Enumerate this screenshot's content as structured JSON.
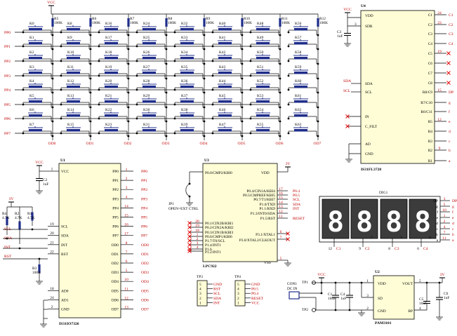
{
  "vcc": "VCC",
  "v3": "3V",
  "matrix": {
    "rows": [
      "PP0",
      "PP1",
      "PP2",
      "PP3",
      "PP4",
      "PP5",
      "PP6",
      "PP7"
    ],
    "cols": [
      "OD0",
      "OD1",
      "OD2",
      "OD3",
      "OD4",
      "OD5",
      "OD6",
      "OD7"
    ],
    "resistors": [
      {
        "ref": "R5",
        "val": "100K"
      },
      {
        "ref": "R6",
        "val": "100K"
      },
      {
        "ref": "R7",
        "val": "100K"
      },
      {
        "ref": "R8",
        "val": "100K"
      },
      {
        "ref": "R9",
        "val": "100K"
      },
      {
        "ref": "R10",
        "val": "100K"
      },
      {
        "ref": "R11",
        "val": "100K"
      },
      {
        "ref": "R12",
        "val": "100K"
      }
    ],
    "key_prefix": "K"
  },
  "u1": {
    "ref": "U1",
    "part": "IS31IO7326",
    "left_pins": [
      {
        "n": "1",
        "name": "VCC"
      },
      {
        "n": "",
        "name": ""
      },
      {
        "n": "",
        "name": ""
      },
      {
        "n": "",
        "name": ""
      },
      {
        "n": "",
        "name": ""
      },
      {
        "n": "",
        "name": ""
      },
      {
        "n": "19",
        "name": "SCL"
      },
      {
        "n": "20",
        "name": "SDA"
      },
      {
        "n": "21",
        "name": "INT"
      },
      {
        "n": "22",
        "name": "RST"
      },
      {
        "n": "",
        "name": ""
      },
      {
        "n": "",
        "name": ""
      },
      {
        "n": "",
        "name": ""
      },
      {
        "n": "18",
        "name": "AD0"
      },
      {
        "n": "24",
        "name": "AD1"
      },
      {
        "n": "2",
        "name": "GND"
      }
    ],
    "right_pins": [
      {
        "n": "1",
        "name": "PP0"
      },
      {
        "n": "2",
        "name": "PP1"
      },
      {
        "n": "3",
        "name": "PP2"
      },
      {
        "n": "4",
        "name": "PP3"
      },
      {
        "n": "14",
        "name": "PP4"
      },
      {
        "n": "15",
        "name": "PP5"
      },
      {
        "n": "16",
        "name": "PP6"
      },
      {
        "n": "17",
        "name": "PP7"
      },
      {
        "n": "8",
        "name": "OD0"
      },
      {
        "n": "7",
        "name": "OD1"
      },
      {
        "n": "6",
        "name": "OD2"
      },
      {
        "n": "5",
        "name": "OD3"
      },
      {
        "n": "10",
        "name": "OD4"
      },
      {
        "n": "11",
        "name": "OD5"
      },
      {
        "n": "12",
        "name": "OD6"
      },
      {
        "n": "13",
        "name": "OD7"
      }
    ]
  },
  "u1_passives": {
    "c2": {
      "ref": "C2",
      "val": "1uF"
    },
    "r4": {
      "ref": "R4",
      "val": "4.7K"
    },
    "r2": {
      "ref": "R2",
      "val": "4.7K"
    },
    "r1": {
      "ref": "R1",
      "val": "4.7K"
    },
    "r3": {
      "ref": "R3",
      "val": "100K"
    },
    "nets": [
      "SCL",
      "SDA",
      "INT",
      "RST"
    ]
  },
  "u3": {
    "ref": "U3",
    "part": "LPC922",
    "pins": [
      {
        "n": "",
        "name": "P0.0/CMP2/KBI0",
        "side": "L"
      },
      {
        "n": "",
        "name": "VDD",
        "side": "R"
      },
      {
        "n": "17",
        "name": "P0.4/CIN1A/KBI4",
        "side": "R"
      },
      {
        "n": "16",
        "name": "P0.5/CMPREF/KBI5",
        "side": "R"
      },
      {
        "n": "15",
        "name": "P0.7/T1/KBI7",
        "side": "R"
      },
      {
        "n": "14",
        "name": "P1.0/TXD",
        "side": "R"
      },
      {
        "n": "13",
        "name": "P1.1/RXD",
        "side": "R"
      },
      {
        "n": "12",
        "name": "P1.3/INT0/SDA",
        "side": "R"
      },
      {
        "n": "11",
        "name": "P1.5/RST",
        "side": "R"
      },
      {
        "n": "20",
        "name": "P0.1/CIN2B/KBI1",
        "side": "L"
      },
      {
        "n": "19",
        "name": "P0.2/CIN2A/KBI2",
        "side": "L"
      },
      {
        "n": "18",
        "name": "P0.3/CIN1B/KBI3",
        "side": "L"
      },
      {
        "n": "1",
        "name": "P0.6/CMP1/KBI6",
        "side": "L"
      },
      {
        "n": "2",
        "name": "P1.7/T0/SCL",
        "side": "L"
      },
      {
        "n": "3",
        "name": "P1.4/INT1",
        "side": "L"
      },
      {
        "n": "4",
        "name": "P1.6",
        "side": "L"
      },
      {
        "n": "",
        "name": "P3.1/XTAL1",
        "side": "R"
      },
      {
        "n": "",
        "name": "P3.0/XTAL2/CLKOUT",
        "side": "R"
      },
      {
        "n": "",
        "name": "VSS",
        "side": "R"
      }
    ],
    "net_labels": [
      "P0.4",
      "P0.5",
      "SCL",
      "SDA",
      "INT",
      "RESET"
    ],
    "extra_pin": "P1.2/INT1"
  },
  "jp1": {
    "ref": "JP1",
    "label": "OPEN=EXT CTRL"
  },
  "tp3": {
    "ref": "TP3",
    "pins": [
      "GND",
      "RST",
      "SCL",
      "SDA",
      "INT"
    ]
  },
  "tp4": {
    "ref": "TP4",
    "pins": [
      "GND",
      "P0.5",
      "P0.4",
      "RESET",
      "VCC"
    ]
  },
  "u4": {
    "ref": "U4",
    "part": "IS31FL3728",
    "left_pins": [
      {
        "n": "",
        "name": "VDD"
      },
      {
        "n": "3",
        "name": "SDB"
      },
      {
        "n": "",
        "name": "SDA"
      },
      {
        "n": "",
        "name": "SCL"
      },
      {
        "n": "",
        "name": "IN"
      },
      {
        "n": "",
        "name": "C_FILT"
      },
      {
        "n": "",
        "name": "AD"
      },
      {
        "n": "",
        "name": "GND"
      }
    ],
    "right_pins": [
      {
        "n": "24",
        "name": "C1",
        "net": "C1"
      },
      {
        "n": "23",
        "name": "C2",
        "net": "C2"
      },
      {
        "n": "",
        "name": "C3",
        "net": "C3"
      },
      {
        "n": "",
        "name": "C4",
        "net": "C4"
      },
      {
        "n": "19",
        "name": "C5",
        "net": ""
      },
      {
        "n": "",
        "name": "C6",
        "net": ""
      },
      {
        "n": "",
        "name": "C7",
        "net": ""
      },
      {
        "n": "",
        "name": "C8",
        "net": ""
      },
      {
        "n": "15",
        "name": "R8/C9",
        "net": "DP"
      },
      {
        "n": "",
        "name": "R7/C10",
        "net": "g"
      },
      {
        "n": "",
        "name": "R6/C11",
        "net": "f"
      },
      {
        "n": "12",
        "name": "R5",
        "net": "e"
      },
      {
        "n": "",
        "name": "R4",
        "net": "d"
      },
      {
        "n": "",
        "name": "R3",
        "net": "c"
      },
      {
        "n": "9",
        "name": "R2",
        "net": "b"
      },
      {
        "n": "",
        "name": "R1",
        "net": "a"
      }
    ],
    "c3": {
      "ref": "C3",
      "val": "1uF"
    },
    "nets_left": [
      "SDA",
      "SCL"
    ]
  },
  "dig1": {
    "ref": "DIG1",
    "digits": [
      "8",
      "8",
      "8",
      "8"
    ],
    "under": [
      {
        "n": "12",
        "net": "C1"
      },
      {
        "n": "9",
        "net": "C2"
      },
      {
        "n": "8",
        "net": "C3"
      },
      {
        "n": "6",
        "net": "C4"
      }
    ],
    "right": [
      {
        "n": "3",
        "name": "DP"
      },
      {
        "n": "5",
        "name": "g"
      },
      {
        "n": "10",
        "name": "f"
      },
      {
        "n": "1",
        "name": "e"
      },
      {
        "n": "2",
        "name": "d"
      },
      {
        "n": "4",
        "name": "c"
      },
      {
        "n": "7",
        "name": "b"
      },
      {
        "n": "11",
        "name": "a"
      }
    ]
  },
  "power": {
    "u2": {
      "ref": "U2",
      "part": "PAM3101",
      "pins": [
        "VDD",
        "VOUT",
        "SD",
        "BP",
        "GND"
      ],
      "nums": [
        "1",
        "5",
        "3",
        "4",
        "2"
      ]
    },
    "con1": {
      "ref": "CON1",
      "label": "DC IN"
    },
    "tp1": "TP1",
    "tp2": "TP2",
    "c1": {
      "ref": "C1",
      "val": "10uF"
    },
    "c4": {
      "ref": "C4",
      "val": "1uF"
    },
    "c5": {
      "ref": "C5",
      "val": "10nF"
    },
    "c6": {
      "ref": "C6",
      "val": "1uF"
    }
  }
}
